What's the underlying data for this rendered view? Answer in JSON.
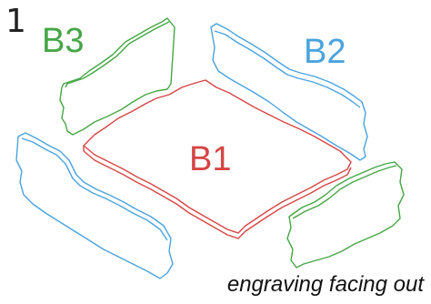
{
  "step_number": "1",
  "parts": [
    {
      "id": "B1",
      "label": "B1",
      "color": "#d64545"
    },
    {
      "id": "B2",
      "label": "B2",
      "color": "#4aa3de"
    },
    {
      "id": "B3",
      "label": "B3",
      "color": "#46a646"
    }
  ],
  "labels": {
    "b1": "B1",
    "b2": "B2",
    "b3": "B3"
  },
  "colors": {
    "b1": "#d64545",
    "b2": "#4aa3de",
    "b3": "#46a646"
  },
  "caption": "engraving facing out"
}
